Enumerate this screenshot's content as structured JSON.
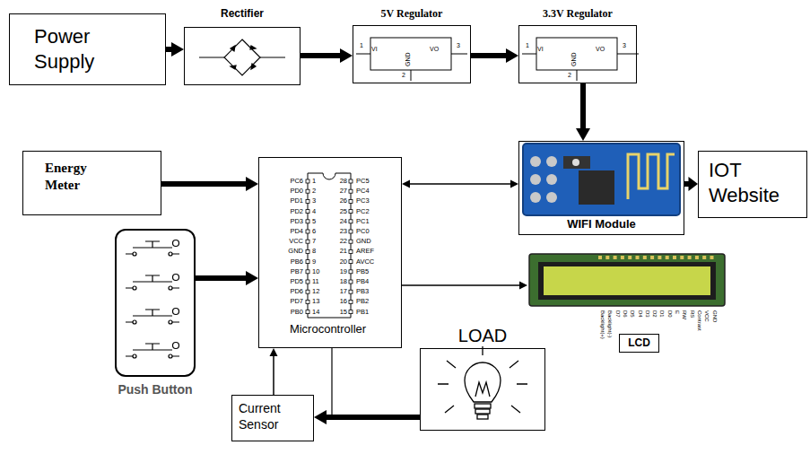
{
  "diagram": {
    "nodes": [
      {
        "text": [
          "Power Supply"
        ]
      },
      {
        "text": [
          "Rectifier"
        ]
      },
      {
        "text": [
          "5V Regulator"
        ]
      },
      {
        "text": [
          "3.3V Regulator"
        ]
      },
      {
        "text": [
          "Energy Meter"
        ]
      },
      {
        "text": [
          "Microcontroller"
        ]
      },
      {
        "text": [
          "WIFI Module"
        ]
      },
      {
        "text": [
          "IOT Website"
        ]
      },
      {
        "text": [
          "Push Button"
        ]
      },
      {
        "text": [
          "LCD"
        ]
      },
      {
        "text": [
          "LOAD"
        ]
      },
      {
        "text": [
          "Current Sensor"
        ]
      }
    ],
    "edges": [
      {
        "from": 0,
        "to": 1,
        "arrow": "to"
      },
      {
        "from": 1,
        "to": 2,
        "arrow": "to"
      },
      {
        "from": 2,
        "to": 3,
        "arrow": "to"
      },
      {
        "from": 3,
        "to": 6,
        "arrow": "to"
      },
      {
        "from": 4,
        "to": 5,
        "arrow": "to"
      },
      {
        "from": 5,
        "to": 6,
        "arrow": "both"
      },
      {
        "from": 6,
        "to": 7,
        "arrow": "to"
      },
      {
        "from": 8,
        "to": 5,
        "arrow": "to"
      },
      {
        "from": 5,
        "to": 9,
        "arrow": "to"
      },
      {
        "from": 10,
        "to": 11,
        "arrow": "to"
      },
      {
        "from": 11,
        "to": 5,
        "arrow": "to"
      }
    ],
    "labels": [
      "1",
      "VI",
      "VO",
      "3",
      "GND",
      "2",
      "1",
      "VI",
      "VO",
      "3",
      "GND",
      "2",
      "PC6",
      "1",
      "PD0",
      "2",
      "PD1",
      "3",
      "PD2",
      "4",
      "PD3",
      "5",
      "PD4",
      "6",
      "VCC",
      "7",
      "GND",
      "8",
      "PB6",
      "9",
      "PB7",
      "10",
      "PD5",
      "11",
      "PD6",
      "12",
      "PD7",
      "13",
      "PB0",
      "14",
      "28",
      "PC5",
      "27",
      "PC4",
      "26",
      "PC3",
      "25",
      "PC2",
      "24",
      "PC1",
      "23",
      "PC0",
      "22",
      "GND",
      "21",
      "AREF",
      "20",
      "AVCC",
      "19",
      "PB5",
      "18",
      "PB4",
      "17",
      "PB3",
      "16",
      "PB2",
      "15",
      "PB1",
      "Backlight(+)",
      "Backlight(-)",
      "D7",
      "D6",
      "D5",
      "D4",
      "D3",
      "D2",
      "D1",
      "D0",
      "E",
      "RW",
      "RS",
      "Contrast",
      "VCC",
      "GND"
    ]
  }
}
